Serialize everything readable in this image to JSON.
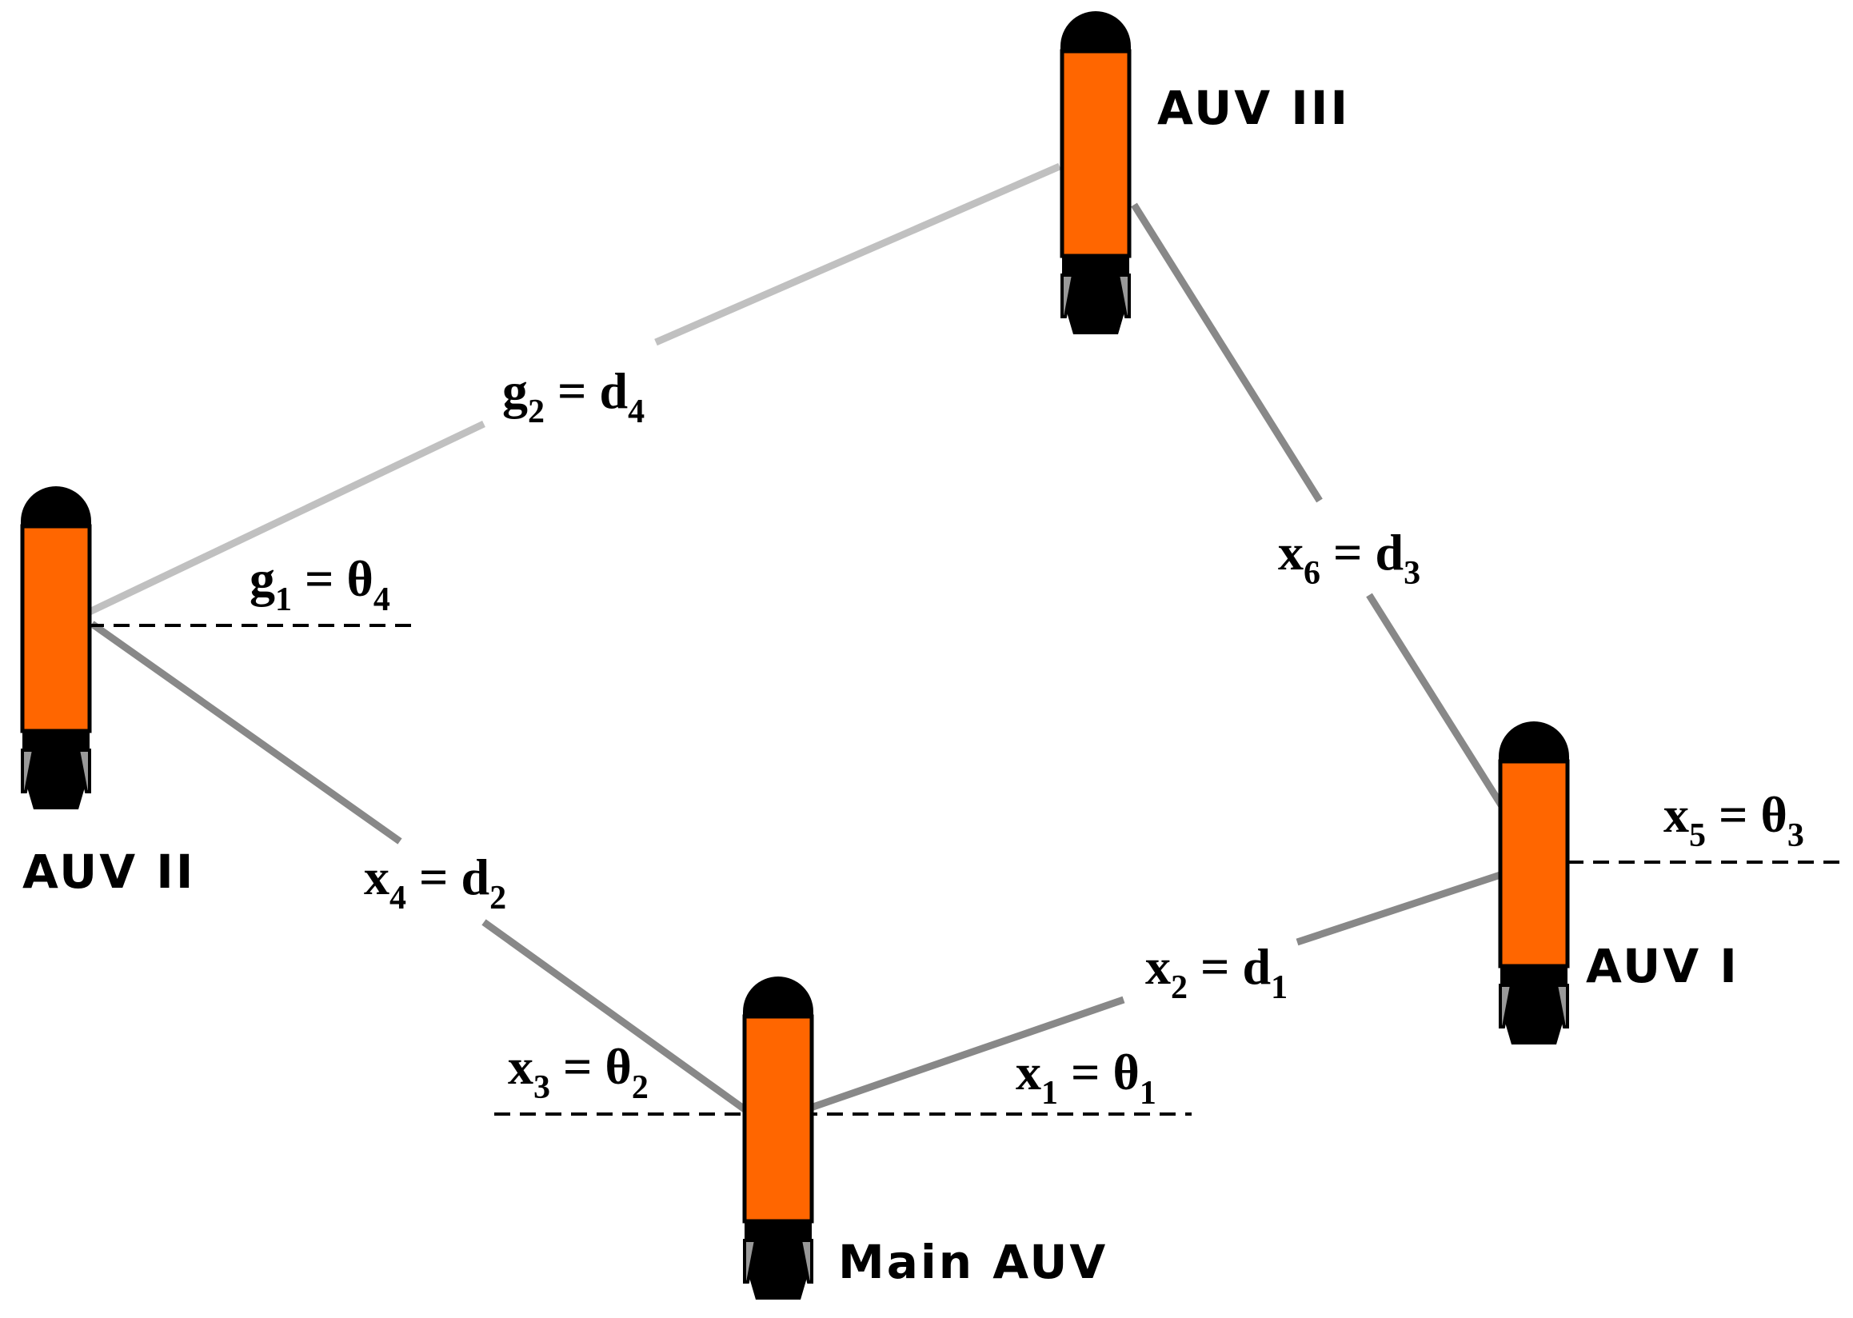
{
  "vehicles": [
    {
      "id": "main",
      "label": "Main AUV"
    },
    {
      "id": "auv1",
      "label": "AUV I"
    },
    {
      "id": "auv2",
      "label": "AUV II"
    },
    {
      "id": "auv3",
      "label": "AUV III"
    }
  ],
  "equations": {
    "g2": {
      "var": "g",
      "var_sub": "2",
      "eq": " = ",
      "val": "d",
      "val_sub": "4"
    },
    "g1": {
      "var": "g",
      "var_sub": "1",
      "eq": " = ",
      "val": "θ",
      "val_sub": "4"
    },
    "x6": {
      "var": "x",
      "var_sub": "6",
      "eq": " = ",
      "val": "d",
      "val_sub": "3"
    },
    "x5": {
      "var": "x",
      "var_sub": "5",
      "eq": " = ",
      "val": "θ",
      "val_sub": "3"
    },
    "x4": {
      "var": "x",
      "var_sub": "4",
      "eq": " = ",
      "val": "d",
      "val_sub": "2"
    },
    "x2": {
      "var": "x",
      "var_sub": "2",
      "eq": " = ",
      "val": "d",
      "val_sub": "1"
    },
    "x3": {
      "var": "x",
      "var_sub": "3",
      "eq": " = ",
      "val": "θ",
      "val_sub": "2"
    },
    "x1": {
      "var": "x",
      "var_sub": "1",
      "eq": " = ",
      "val": "θ",
      "val_sub": "1"
    }
  },
  "colors": {
    "body": "#ff6600",
    "cap": "#000000",
    "fin": "#999999",
    "link_light": "#c0c0c0",
    "link_dark": "#888888",
    "reference_line": "#000000"
  }
}
